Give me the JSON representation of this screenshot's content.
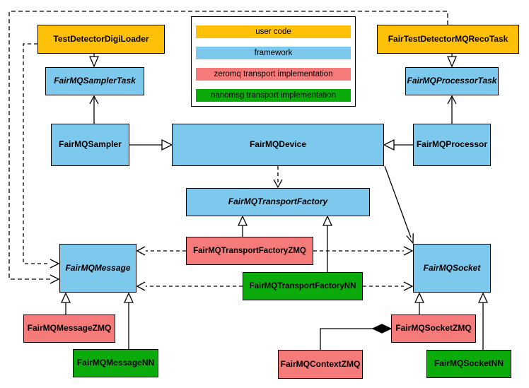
{
  "colors": {
    "user_code": "#FFC107",
    "framework": "#7DC9ED",
    "zeromq": "#F57A7A",
    "nanomsg": "#0BAB0B",
    "line": "#000000"
  },
  "legend": {
    "items": [
      {
        "label": "user code",
        "colorKey": "user_code"
      },
      {
        "label": "framework",
        "colorKey": "framework"
      },
      {
        "label": "zeromq transport implementation",
        "colorKey": "zeromq"
      },
      {
        "label": "nanomsg transport implementation",
        "colorKey": "nanomsg"
      }
    ]
  },
  "nodes": {
    "digiLoader": {
      "label": "TestDetectorDigiLoader",
      "category": "user_code"
    },
    "recoTask": {
      "label": "FairTestDetectorMQRecoTask",
      "category": "user_code"
    },
    "samplerTask": {
      "label": "FairMQSamplerTask",
      "category": "framework",
      "abstract": true
    },
    "processorTask": {
      "label": "FairMQProcessorTask",
      "category": "framework",
      "abstract": true
    },
    "sampler": {
      "label": "FairMQSampler",
      "category": "framework"
    },
    "device": {
      "label": "FairMQDevice",
      "category": "framework"
    },
    "processor": {
      "label": "FairMQProcessor",
      "category": "framework"
    },
    "transportFactory": {
      "label": "FairMQTransportFactory",
      "category": "framework",
      "abstract": true
    },
    "transportFactoryZMQ": {
      "label": "FairMQTransportFactoryZMQ",
      "category": "zeromq"
    },
    "transportFactoryNN": {
      "label": "FairMQTransportFactoryNN",
      "category": "nanomsg"
    },
    "message": {
      "label": "FairMQMessage",
      "category": "framework",
      "abstract": true
    },
    "socket": {
      "label": "FairMQSocket",
      "category": "framework",
      "abstract": true
    },
    "messageZMQ": {
      "label": "FairMQMessageZMQ",
      "category": "zeromq"
    },
    "messageNN": {
      "label": "FairMQMessageNN",
      "category": "nanomsg"
    },
    "contextZMQ": {
      "label": "FairMQContextZMQ",
      "category": "zeromq"
    },
    "socketZMQ": {
      "label": "FairMQSocketZMQ",
      "category": "zeromq"
    },
    "socketNN": {
      "label": "FairMQSocketNN",
      "category": "nanomsg"
    }
  },
  "edges": [
    {
      "from": "TestDetectorDigiLoader",
      "to": "FairMQSamplerTask",
      "type": "inheritance"
    },
    {
      "from": "FairTestDetectorMQRecoTask",
      "to": "FairMQProcessorTask",
      "type": "inheritance"
    },
    {
      "from": "FairMQSampler",
      "to": "FairMQSamplerTask",
      "type": "association"
    },
    {
      "from": "FairMQProcessor",
      "to": "FairMQProcessorTask",
      "type": "association"
    },
    {
      "from": "FairMQSampler",
      "to": "FairMQDevice",
      "type": "inheritance"
    },
    {
      "from": "FairMQProcessor",
      "to": "FairMQDevice",
      "type": "inheritance"
    },
    {
      "from": "FairMQDevice",
      "to": "FairMQTransportFactory",
      "type": "dependency"
    },
    {
      "from": "FairMQDevice",
      "to": "FairMQSocket",
      "type": "association"
    },
    {
      "from": "FairMQTransportFactoryZMQ",
      "to": "FairMQTransportFactory",
      "type": "inheritance"
    },
    {
      "from": "FairMQTransportFactoryNN",
      "to": "FairMQTransportFactory",
      "type": "inheritance"
    },
    {
      "from": "FairMQTransportFactoryZMQ",
      "to": "FairMQMessage",
      "type": "dependency"
    },
    {
      "from": "FairMQTransportFactoryZMQ",
      "to": "FairMQSocket",
      "type": "dependency"
    },
    {
      "from": "FairMQTransportFactoryNN",
      "to": "FairMQMessage",
      "type": "dependency"
    },
    {
      "from": "FairMQTransportFactoryNN",
      "to": "FairMQSocket",
      "type": "dependency"
    },
    {
      "from": "TestDetectorDigiLoader",
      "to": "FairMQMessage",
      "type": "dependency"
    },
    {
      "from": "FairTestDetectorMQRecoTask",
      "to": "FairMQMessage",
      "type": "dependency"
    },
    {
      "from": "FairMQMessageZMQ",
      "to": "FairMQMessage",
      "type": "inheritance"
    },
    {
      "from": "FairMQMessageNN",
      "to": "FairMQMessage",
      "type": "inheritance"
    },
    {
      "from": "FairMQSocketZMQ",
      "to": "FairMQSocket",
      "type": "inheritance"
    },
    {
      "from": "FairMQSocketNN",
      "to": "FairMQSocket",
      "type": "inheritance"
    },
    {
      "from": "FairMQContextZMQ",
      "to": "FairMQSocketZMQ",
      "type": "composition"
    }
  ]
}
